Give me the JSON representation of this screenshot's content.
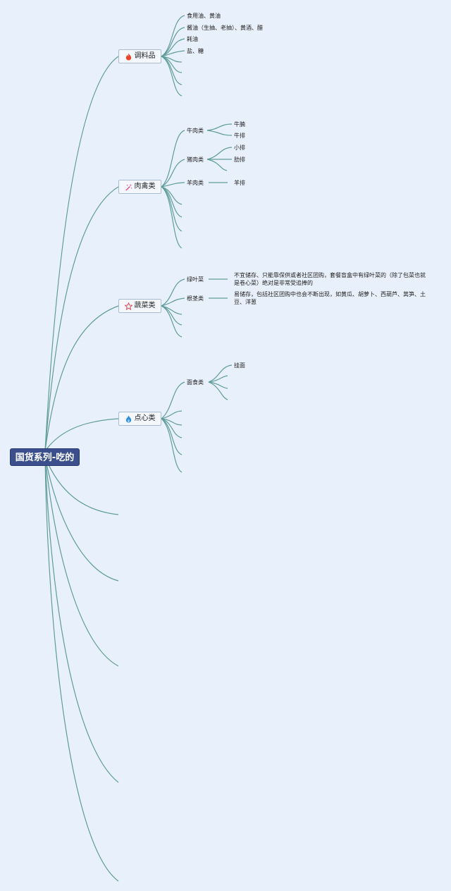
{
  "root": {
    "label": "国货系列-吃的"
  },
  "categories": {
    "seasoning": {
      "label": "调料品",
      "icon": "fire-icon",
      "icon_color": "#e8452c",
      "items": [
        "食用油、黄油",
        "酱油（生抽、老抽）、黄酒、醋",
        "耗油",
        "盐、糖"
      ]
    },
    "meat": {
      "label": "肉禽类",
      "icon": "magic-wand-icon",
      "icon_color": "#d0407a",
      "groups": [
        {
          "label": "牛肉类",
          "items": [
            "牛腩",
            "牛排"
          ]
        },
        {
          "label": "猪肉类",
          "items": [
            "小排",
            "肋排"
          ]
        },
        {
          "label": "羊肉类",
          "items": [
            "羊排"
          ]
        }
      ]
    },
    "vegetables": {
      "label": "蔬菜类",
      "icon": "star-outline-icon",
      "icon_color": "#d9394a",
      "groups": [
        {
          "label": "绿叶菜",
          "note": "不宜储存、只能靠保供或者社区团购，套餐盲盒中有绿叶菜的（除了包菜也就是卷心菜）绝对是非常受追捧的"
        },
        {
          "label": "根茎类",
          "note": "易储存，包括社区团购中也会不断出现，如黄瓜、胡萝卜、西葫芦、莴笋、土豆、洋葱"
        }
      ]
    },
    "snacks": {
      "label": "点心类",
      "icon": "flame-blue-icon",
      "icon_color": "#2f8fd8",
      "groups": [
        {
          "label": "面食类",
          "items": [
            "挂面"
          ]
        }
      ]
    }
  }
}
